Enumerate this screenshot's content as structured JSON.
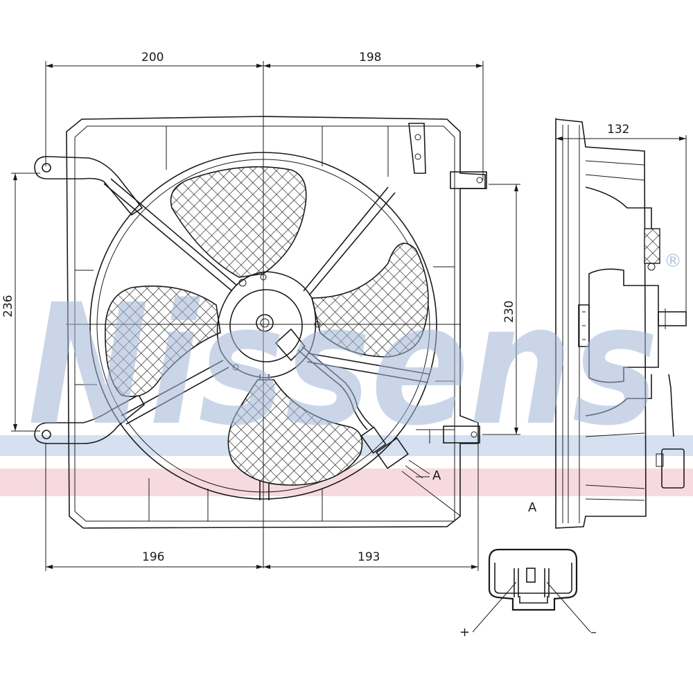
{
  "watermark": {
    "brand": "Nissens",
    "registered_mark": "®",
    "stripe_colors": [
      "#b9cde6",
      "#f2c8cf"
    ]
  },
  "dimensions": {
    "top_left": "200",
    "top_right": "198",
    "bottom_left": "196",
    "bottom_right": "193",
    "left_height": "236",
    "right_height": "230",
    "side_depth": "132"
  },
  "labels": {
    "detail_marker": "A",
    "detail_title": "A",
    "plus_terminal": "+",
    "minus_terminal": "–"
  },
  "colors": {
    "line": "#1a1a1a",
    "mesh": "#1a1a1a",
    "background": "#ffffff"
  }
}
